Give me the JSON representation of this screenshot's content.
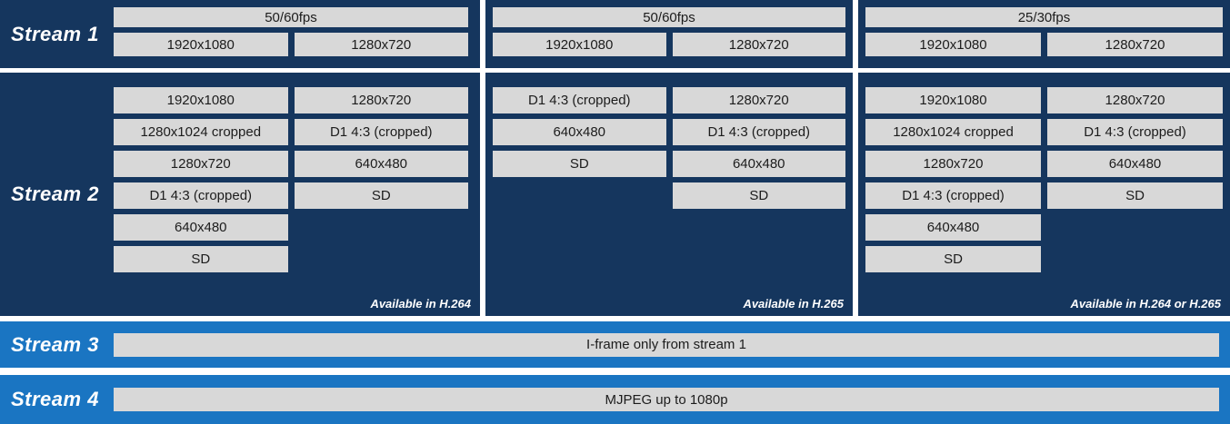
{
  "colors": {
    "navy_panel": "#15365E",
    "light_blue_bar": "#1A75C2",
    "box_gray": "#D8D8D8",
    "box_text": "#1c1c1c",
    "label_text": "#ffffff"
  },
  "stream1": {
    "label": "Stream 1",
    "panels": [
      {
        "fps": "50/60fps",
        "res": [
          "1920x1080",
          "1280x720"
        ]
      },
      {
        "fps": "50/60fps",
        "res": [
          "1920x1080",
          "1280x720"
        ]
      },
      {
        "fps": "25/30fps",
        "res": [
          "1920x1080",
          "1280x720"
        ]
      }
    ]
  },
  "stream2": {
    "label": "Stream 2",
    "panels": [
      {
        "left": [
          "1920x1080",
          "1280x1024 cropped",
          "1280x720",
          "D1 4:3 (cropped)",
          "640x480",
          "SD"
        ],
        "right": [
          "1280x720",
          "D1 4:3 (cropped)",
          "640x480",
          "SD"
        ],
        "footer": "Available in H.264"
      },
      {
        "left": [
          "D1 4:3 (cropped)",
          "640x480",
          "SD"
        ],
        "right": [
          "1280x720",
          "D1 4:3 (cropped)",
          "640x480",
          "SD"
        ],
        "footer": "Available in H.265"
      },
      {
        "left": [
          "1920x1080",
          "1280x1024 cropped",
          "1280x720",
          "D1 4:3 (cropped)",
          "640x480",
          "SD"
        ],
        "right": [
          "1280x720",
          "D1 4:3 (cropped)",
          "640x480",
          "SD"
        ],
        "footer": "Available in H.264 or H.265"
      }
    ]
  },
  "stream3": {
    "label": "Stream 3",
    "bar": "I-frame only from stream 1"
  },
  "stream4": {
    "label": "Stream 4",
    "bar": "MJPEG up to 1080p"
  }
}
